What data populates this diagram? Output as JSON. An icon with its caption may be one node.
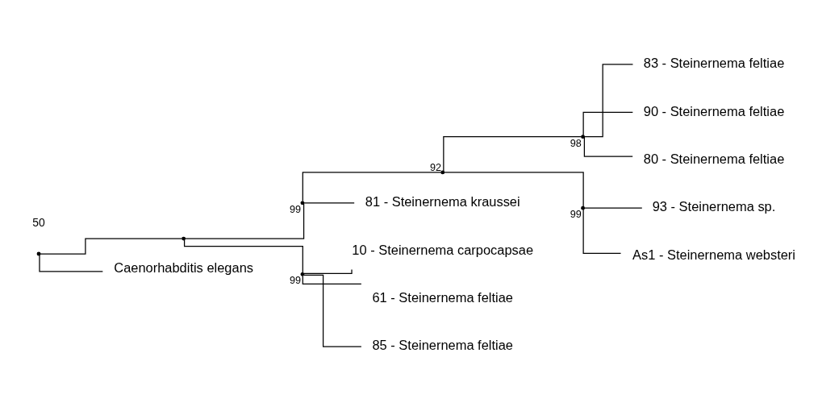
{
  "diagram": {
    "nodes": [
      {
        "text": [],
        "shape": "point"
      },
      {
        "text": [],
        "shape": "point"
      },
      {
        "text": [],
        "shape": "point",
        "beside": [
          "99"
        ]
      },
      {
        "text": [],
        "shape": "point",
        "beside": [
          "92"
        ]
      },
      {
        "text": [],
        "shape": "point",
        "beside": [
          "98"
        ]
      },
      {
        "text": [
          "83 - Steinernema feltiae"
        ]
      },
      {
        "text": [
          "90 - Steinernema feltiae"
        ]
      },
      {
        "text": [
          "80 - Steinernema feltiae"
        ]
      },
      {
        "text": [],
        "shape": "point",
        "beside": [
          "99"
        ]
      },
      {
        "text": [
          "93 - Steinernema sp."
        ]
      },
      {
        "text": [
          "As1 - Steinernema websteri"
        ]
      },
      {
        "text": [
          "81 - Steinernema kraussei"
        ]
      },
      {
        "text": [],
        "shape": "point",
        "beside": [
          "99"
        ]
      },
      {
        "text": [
          "10 - Steinernema carpocapsae"
        ]
      },
      {
        "text": [
          "61 - Steinernema feltiae"
        ]
      },
      {
        "text": [
          "85 - Steinernema feltiae"
        ]
      },
      {
        "text": [
          "Caenorhabditis elegans"
        ]
      }
    ],
    "edges": [
      {
        "from": 0,
        "to": 1,
        "arrow": "none"
      },
      {
        "from": 1,
        "to": 2,
        "arrow": "none"
      },
      {
        "from": 2,
        "to": 3,
        "arrow": "none"
      },
      {
        "from": 3,
        "to": 4,
        "arrow": "none"
      },
      {
        "from": 4,
        "to": 5,
        "arrow": "none"
      },
      {
        "from": 4,
        "to": 6,
        "arrow": "none"
      },
      {
        "from": 4,
        "to": 7,
        "arrow": "none"
      },
      {
        "from": 3,
        "to": 8,
        "arrow": "none"
      },
      {
        "from": 8,
        "to": 9,
        "arrow": "none"
      },
      {
        "from": 8,
        "to": 10,
        "arrow": "none"
      },
      {
        "from": 2,
        "to": 11,
        "arrow": "none"
      },
      {
        "from": 1,
        "to": 12,
        "arrow": "none"
      },
      {
        "from": 12,
        "to": 13,
        "arrow": "none"
      },
      {
        "from": 12,
        "to": 14,
        "arrow": "none"
      },
      {
        "from": 12,
        "to": 15,
        "arrow": "none"
      },
      {
        "from": 0,
        "to": 16,
        "arrow": "none"
      }
    ],
    "labels": [
      "50"
    ]
  }
}
